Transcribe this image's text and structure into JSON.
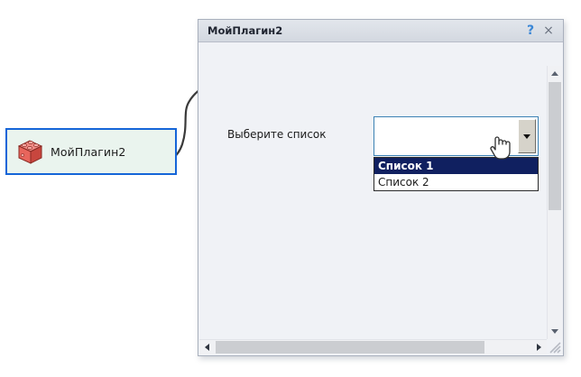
{
  "canvas": {
    "background_color": "#ffffff",
    "node": {
      "label": "МойПлагин2",
      "border_color": "#1565d8",
      "fill_color": "#eaf4ee",
      "icon_name": "plugin-box-icon"
    },
    "connector_name": "node-to-dialog-connector"
  },
  "dialog": {
    "title": "МойПлагин2",
    "help_glyph": "?",
    "close_glyph": "×",
    "help_color": "#3b87d6",
    "close_color": "#6b7280",
    "titlebar_color": "#d8dce3",
    "body_color": "#f0f2f6",
    "form": {
      "combo_label": "Выберите список",
      "combo_value": "",
      "combo_border_color": "#3c82b4",
      "arrow_glyph": "▼",
      "dropdown_open": true,
      "selected_index": 0,
      "highlight_color": "#102060",
      "options": [
        "Список 1",
        "Список 2"
      ]
    },
    "scrollbars": {
      "vertical": {
        "up_glyph": "▲",
        "down_glyph": "▼",
        "thumb_color": "#cbcdd1"
      },
      "horizontal": {
        "left_glyph": "◀",
        "right_glyph": "▶",
        "thumb_color": "#cbcdd1"
      }
    },
    "resize_grip_name": "resize-grip"
  },
  "cursor": {
    "type": "pointing-hand"
  }
}
